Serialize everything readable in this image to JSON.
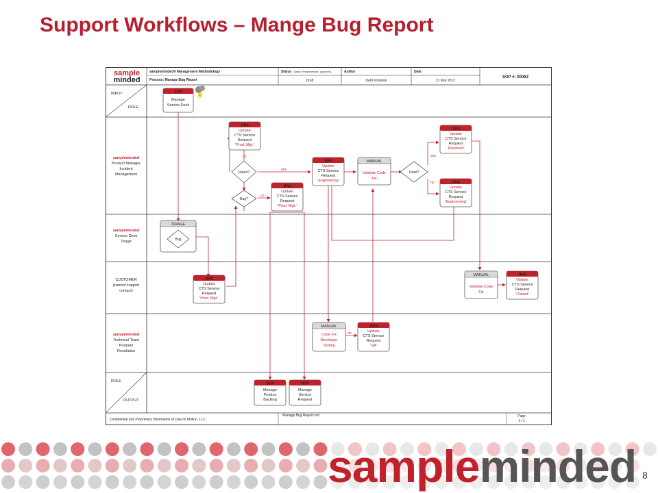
{
  "slide": {
    "title": "Support Workflows – Mange Bug Report",
    "page_number": "8",
    "brand_part1": "sample",
    "brand_part2": "minded"
  },
  "colors": {
    "brand_red": "#c0222c",
    "grey": "#555555",
    "line": "#c0222c"
  },
  "sop_sheet": {
    "logo_line1": "sample",
    "logo_line2": "minded",
    "methodology": "sampleminded® Management Methodology",
    "process": "Process: Manage Bug Report",
    "status_label": "Status",
    "status_hint": "(Draft / Recommended / Approved)",
    "status_value": "Draft",
    "author_label": "Author",
    "author_value": "Debi Koltenuk",
    "date_label": "Date",
    "date_value": "21 Mar 2012",
    "sop_number": "SOP #: 00063",
    "footer_left": "Confidential and Proprietary Information of Data In Motion, LLC",
    "footer_file": "Manage Bug Report.vsd",
    "footer_page_label": "Page",
    "footer_page_value": "1 / 1"
  },
  "lanes": {
    "input": "INPUT",
    "role_top": "ROLE",
    "pm_org": "sampleminded",
    "pm_1": "Product Manager",
    "pm_2": "Incident",
    "pm_3": "Management",
    "sd_org": "sampleminded",
    "sd_1": "Service Desk",
    "sd_2": "Triage",
    "cu_1": "CUSTOMER",
    "cu_2": "(named support",
    "cu_3": "contact)",
    "tt_org": "sampleminded",
    "tt_1": "Technical Team",
    "tt_2": "Problem",
    "tt_3": "Resolution",
    "role_bottom": "ROLE",
    "output": "OUTPUT"
  },
  "boxes": {
    "sop_top": {
      "head": "SOP",
      "l1": "Manage",
      "l2": "Service Desk"
    },
    "jira_pm1": {
      "head": "JIRA",
      "l1": "Update",
      "l2": "CTS Service",
      "l3": "Request",
      "l4": "'Prod. Mgt.'"
    },
    "jira_eng1": {
      "head": "JIRA",
      "l1": "Update",
      "l2": "CTS Service",
      "l3": "Request",
      "l4": "'Engineering'"
    },
    "manual_validate1": {
      "head": "MANUAL",
      "l1": "Validate Code",
      "l2": "Fix"
    },
    "jira_resolved": {
      "head": "JIRA",
      "l1": "Update",
      "l2": "CTS Service",
      "l3": "Request",
      "l4": "'Resolved'"
    },
    "jira_eng2": {
      "head": "JIRA",
      "l1": "Update",
      "l2": "CTS Service",
      "l3": "Request",
      "l4": "'Engineering'"
    },
    "jira_pm2": {
      "head": "JIRA",
      "l1": "Update",
      "l2": "CTS Service",
      "l3": "Request",
      "l4": "'Prod. Mgt.'"
    },
    "triage": {
      "head": "TRIAGE",
      "l1": "Bug"
    },
    "jira_cust": {
      "head": "JIRA",
      "l1": "Update",
      "l2": "CTS Service",
      "l3": "Request",
      "l4": "'Prod. Mgt.'"
    },
    "manual_validate2": {
      "head": "MANUAL",
      "l1": "Validate Code",
      "l2": "Fix"
    },
    "jira_closed": {
      "head": "JIRA",
      "l1": "Update",
      "l2": "CTS Service",
      "l3": "Request",
      "l4": "'Closed'"
    },
    "manual_codefix": {
      "head": "MANUAL",
      "l1": "Code Fix",
      "l2": "Developer",
      "l3": "Testing"
    },
    "jira_qa": {
      "head": "JIRA",
      "l1": "Update",
      "l2": "CTS Service",
      "l3": "Request",
      "l4": "'QA'"
    },
    "sop_backlog": {
      "head": "SOP",
      "l1": "Manage",
      "l2": "Product",
      "l3": "Backlog"
    },
    "sop_request": {
      "head": "SOP",
      "l1": "Manage",
      "l2": "Service",
      "l3": "Request"
    }
  },
  "decisions": {
    "repro": "Repro?",
    "bug": "Bug?",
    "fixed": "Fixed?"
  },
  "edge_labels": {
    "no_repro": "no",
    "yes_repro": "yes",
    "no_bug": "no",
    "yes_fixed": "yes",
    "no_fixed": "no",
    "no_codefix": "no"
  }
}
